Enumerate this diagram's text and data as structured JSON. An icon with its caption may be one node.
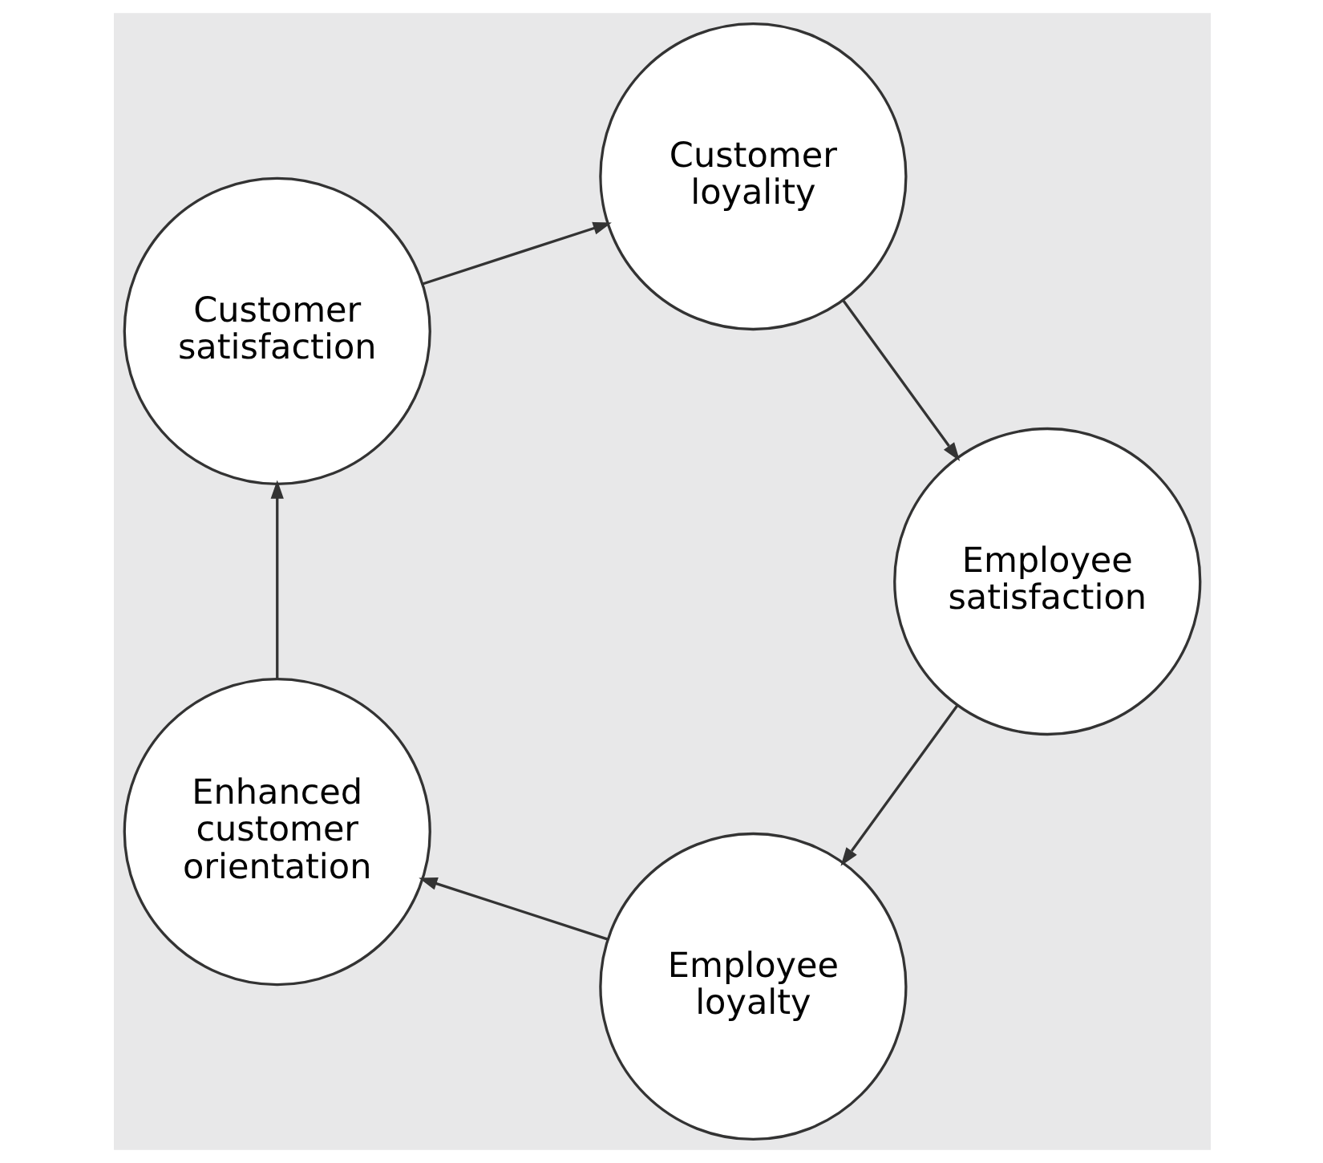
{
  "diagram": {
    "nodes": [
      {
        "text": [
          "Employee loyalty"
        ]
      },
      {
        "text": [
          "Enhanced customer orientation"
        ]
      },
      {
        "text": [
          "Customer satisfaction"
        ]
      },
      {
        "text": [
          "Customer loyality"
        ]
      },
      {
        "text": [
          "Employee satisfaction"
        ]
      }
    ],
    "edges": [
      {
        "from": 0,
        "to": 1,
        "arrow": "to"
      },
      {
        "from": 1,
        "to": 2,
        "arrow": "to"
      },
      {
        "from": 2,
        "to": 3,
        "arrow": "to"
      },
      {
        "from": 3,
        "to": 4,
        "arrow": "to"
      },
      {
        "from": 4,
        "to": 0,
        "arrow": "to"
      }
    ]
  }
}
